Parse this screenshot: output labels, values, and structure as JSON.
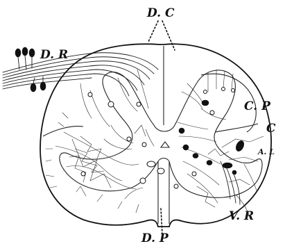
{
  "figure": {
    "labels": {
      "dorsal_commissure": "D. C",
      "dorsal_root": "D. R",
      "posterior_column": "C. P",
      "column_c": "C",
      "anterolateral": "A. L",
      "ventral_root": "V. R",
      "dorsal_p": "D. P"
    }
  }
}
